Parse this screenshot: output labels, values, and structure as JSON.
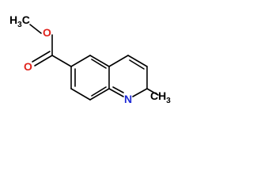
{
  "molecule": {
    "labels": {
      "methyl_ester_carbon": "H",
      "methyl_ester_sub": "3",
      "methyl_ester_c": "C",
      "ester_oxygen": "O",
      "carbonyl_oxygen": "O",
      "ring_nitrogen": "N",
      "methyl_ring_c": "CH",
      "methyl_ring_sub": "3"
    },
    "colors": {
      "oxygen": "#e0231c",
      "nitrogen": "#1f2bd6",
      "bond": "#000000"
    }
  }
}
